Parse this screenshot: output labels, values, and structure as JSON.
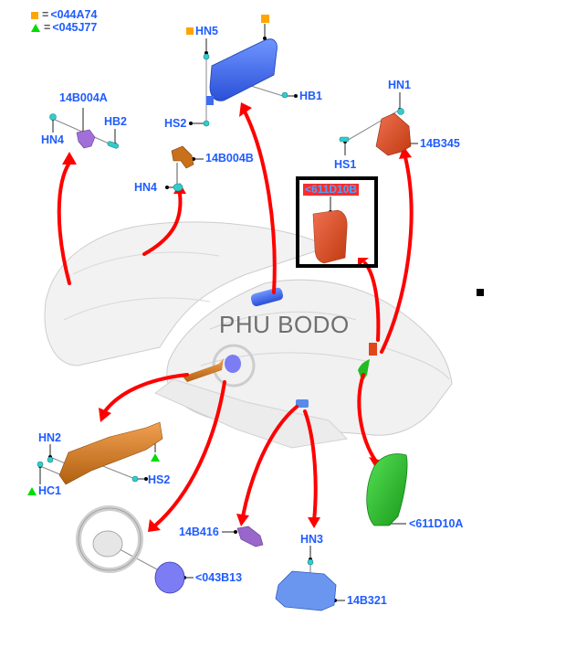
{
  "legend": [
    {
      "symbol": "orange-square",
      "color": "#ffa500",
      "equals": "=",
      "code": "<044A74"
    },
    {
      "symbol": "green-triangle",
      "color": "#00dd00",
      "equals": "=",
      "code": "<045J77"
    }
  ],
  "watermark": "PHU BODO",
  "highlighted_part": "<611D10B",
  "colors": {
    "label": "#1f5cff",
    "arrow": "#ff0000",
    "highlight_fill": "#ff2a2a",
    "airbag_blue": "#3d6cf0",
    "knee_orange": "#c8701a",
    "sensor_orange": "#e0461a",
    "seat_green": "#22bb22",
    "purple": "#9966cc"
  },
  "labels": {
    "hn5": "HN5",
    "hb1": "HB1",
    "hs2_top": "HS2",
    "a14b004a": "14B004A",
    "hb2": "HB2",
    "hn4_left": "HN4",
    "a14b004b": "14B004B",
    "hn4_mid": "HN4",
    "hn1": "HN1",
    "a14b345": "14B345",
    "hs1": "HS1",
    "hn2": "HN2",
    "hc1": "HC1",
    "hs2_bottom": "HS2",
    "a14b416": "14B416",
    "hn3": "HN3",
    "a043b13": "<043B13",
    "a14b321": "14B321",
    "a611d10a": "<611D10A"
  }
}
